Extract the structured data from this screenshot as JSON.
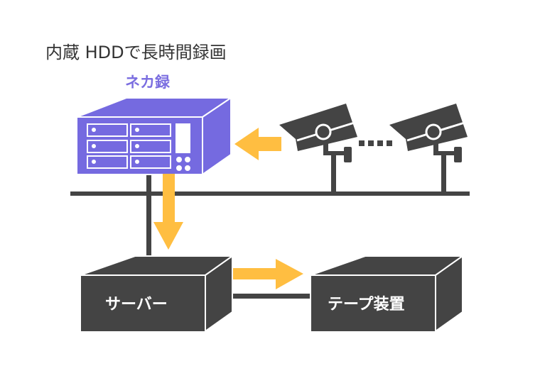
{
  "title": "内蔵 HDDで長時間録画",
  "device": {
    "label": "ネカ録",
    "color": "#7b6ee0"
  },
  "server": {
    "label": "サーバー"
  },
  "tape": {
    "label": "テープ装置"
  },
  "colors": {
    "dark": "#444444",
    "arrow": "#ffbe41",
    "purple": "#756ae0"
  },
  "cameras": [
    {
      "name": "camera-1"
    },
    {
      "name": "camera-2"
    }
  ]
}
